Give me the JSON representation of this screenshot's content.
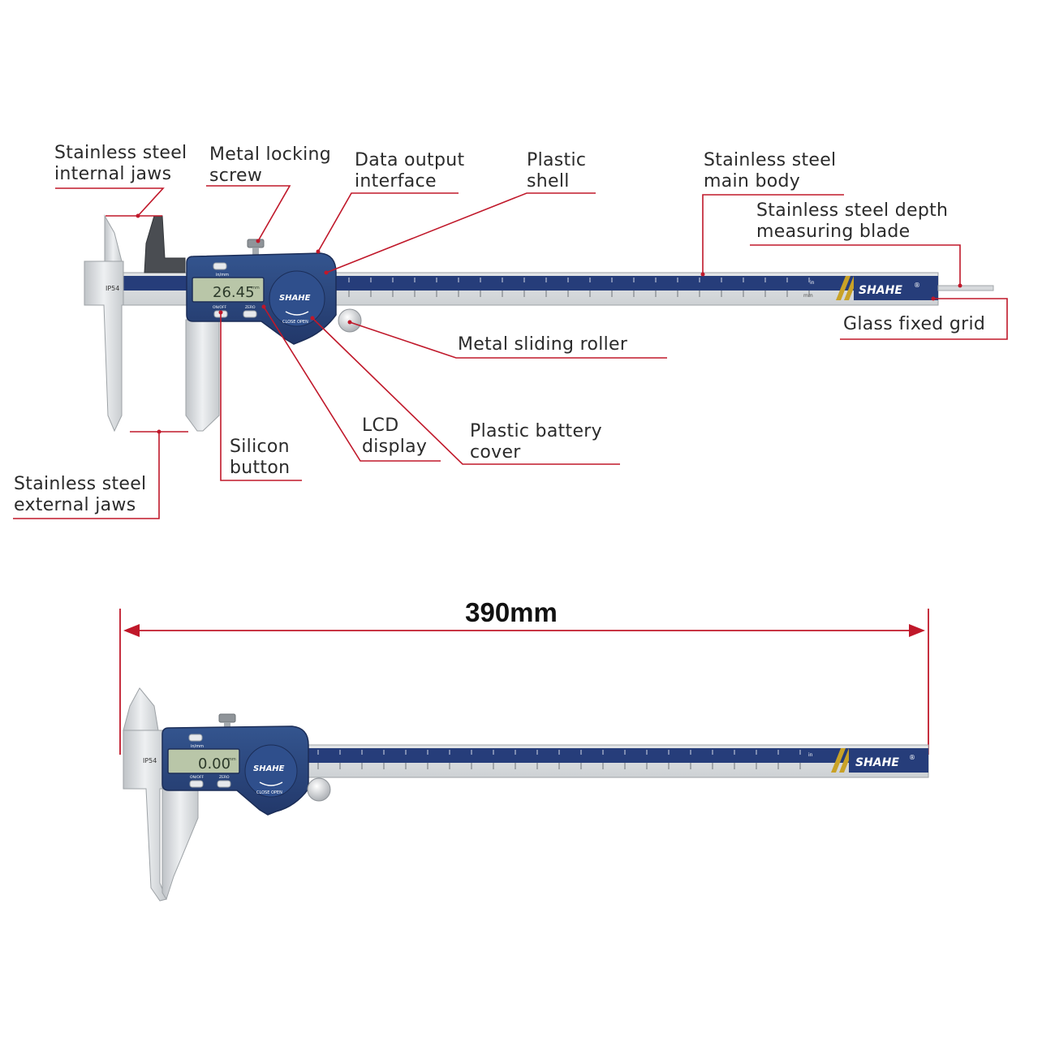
{
  "labels": {
    "internal_jaws": [
      "Stainless steel",
      "internal jaws"
    ],
    "locking_screw": [
      "Metal locking",
      "screw"
    ],
    "data_output": [
      "Data output",
      "interface"
    ],
    "plastic_shell": [
      "Plastic",
      "shell"
    ],
    "main_body": [
      "Stainless steel",
      "main body"
    ],
    "depth_blade": [
      "Stainless steel depth",
      "measuring blade"
    ],
    "glass_grid": [
      "Glass fixed grid"
    ],
    "sliding_roller": [
      "Metal sliding roller"
    ],
    "lcd_display": [
      "LCD",
      "display"
    ],
    "battery_cover": [
      "Plastic battery",
      "cover"
    ],
    "silicon_button": [
      "Silicon",
      "button"
    ],
    "external_jaws": [
      "Stainless steel",
      "external jaws"
    ]
  },
  "dimension": {
    "length": "390mm"
  },
  "caliper_top": {
    "brand": "SHAHE",
    "registered": "®",
    "reading": "26.45",
    "reading_unit": "mm",
    "unit_toggle": "in/mm",
    "btn_left": "ON/OFF",
    "btn_right": "ZERO",
    "close_open": "CLOSE  OPEN",
    "ip_rating": "IP54",
    "in_label": "in",
    "mm_label": "mm"
  },
  "caliper_bottom": {
    "brand": "SHAHE",
    "registered": "®",
    "reading": "0.00",
    "reading_unit": "mm",
    "unit_toggle": "in/mm",
    "btn_left": "ON/OFF",
    "btn_right": "ZERO",
    "close_open": "CLOSE  OPEN",
    "ip_rating": "IP54",
    "in_label": "in"
  },
  "colors": {
    "leader": "#c0182a",
    "scale_blue": "#263d7a",
    "housing": "#2b4a86",
    "steel": "#d9dcdf",
    "lcd": "#b9c6a8"
  }
}
